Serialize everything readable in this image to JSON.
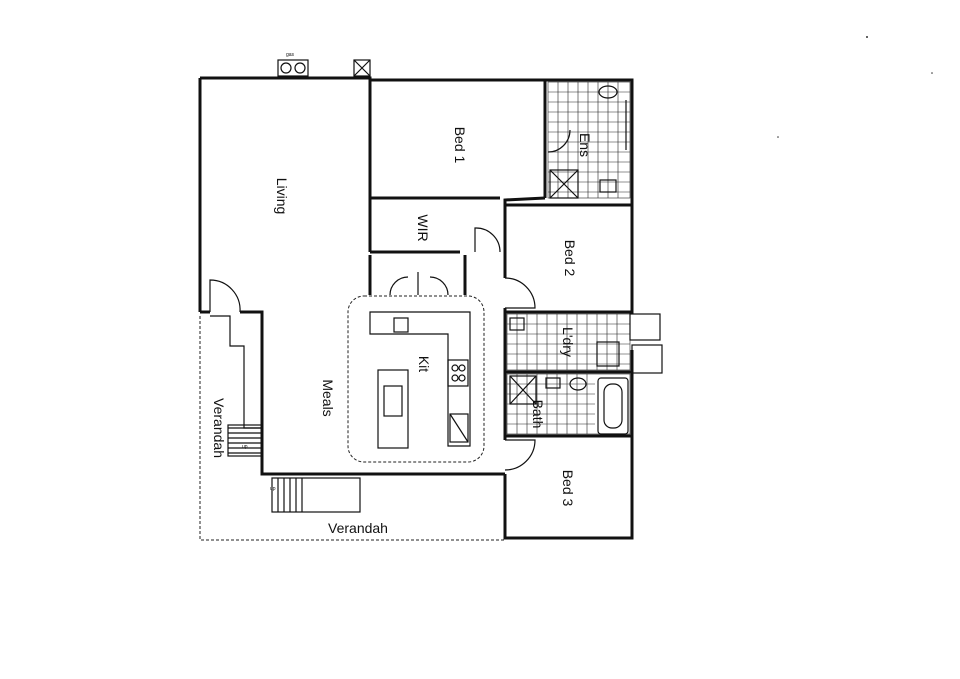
{
  "plan": {
    "rooms": {
      "living": "Living",
      "bed1": "Bed 1",
      "ens": "Ens",
      "wir": "WIR",
      "bed2": "Bed 2",
      "kit": "Kit",
      "meals": "Meals",
      "ldry": "L'dry",
      "bath": "Bath",
      "bed3": "Bed 3",
      "verandah_side": "Verandah",
      "verandah_bottom": "Verandah"
    },
    "annotations": {
      "gas": "gas",
      "up_left": "up",
      "up_bottom": "up"
    }
  }
}
